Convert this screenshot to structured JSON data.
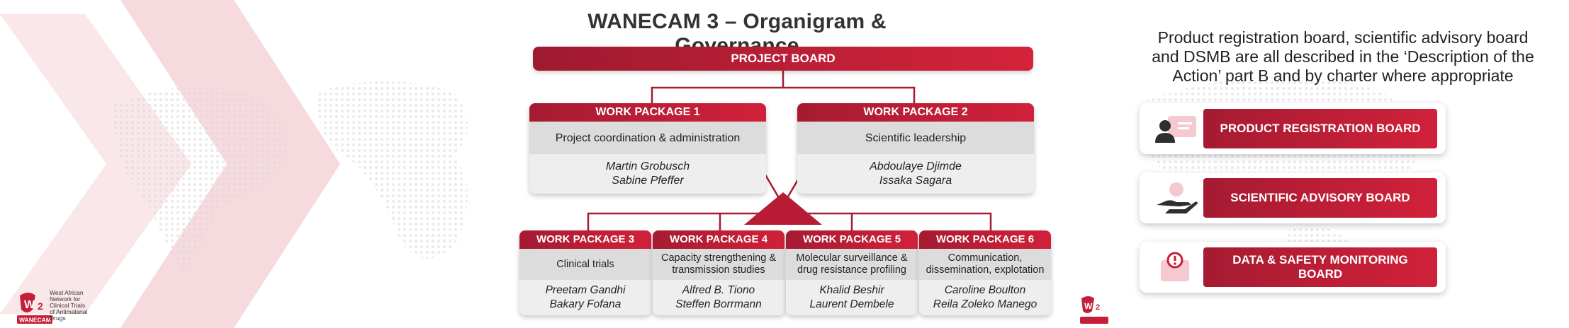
{
  "title": "WANECAM 3 – Organigram & Governance",
  "project_board": "PROJECT BOARD",
  "work_packages": [
    {
      "label": "WORK PACKAGE 1",
      "desc": "Project coordination & administration",
      "leads": [
        "Martin Grobusch",
        "Sabine Pfeffer"
      ]
    },
    {
      "label": "WORK PACKAGE 2",
      "desc": "Scientific leadership",
      "leads": [
        "Abdoulaye Djimde",
        "Issaka Sagara"
      ]
    },
    {
      "label": "WORK PACKAGE 3",
      "desc": "Clinical trials",
      "leads": [
        "Preetam Gandhi",
        "Bakary Fofana"
      ]
    },
    {
      "label": "WORK PACKAGE 4",
      "desc": [
        "Capacity strengthening &",
        "transmission studies"
      ],
      "leads": [
        "Alfred B. Tiono",
        "Steffen Borrmann"
      ]
    },
    {
      "label": "WORK PACKAGE 5",
      "desc": [
        "Molecular surveillance &",
        "drug resistance profiling"
      ],
      "leads": [
        "Khalid Beshir",
        "Laurent Dembele"
      ]
    },
    {
      "label": "WORK PACKAGE 6",
      "desc": [
        "Communication,",
        "dissemination, explotation"
      ],
      "leads": [
        "Caroline Boulton",
        "Reila Zoleko Manego"
      ]
    }
  ],
  "governance_note": [
    "Product registration board, scientific advisory board",
    "and DSMB are all described in the ‘Description of the",
    "Action’ part B and by charter where appropriate"
  ],
  "boards": [
    {
      "label": [
        "PRODUCT REGISTRATION BOARD"
      ],
      "icon": "person-id-card-icon"
    },
    {
      "label": [
        "SCIENTIFIC ADVISORY BOARD"
      ],
      "icon": "hand-person-icon"
    },
    {
      "label": [
        "DATA & SAFETY MONITORING",
        "BOARD"
      ],
      "icon": "alert-document-icon"
    }
  ],
  "logo": {
    "org_text": [
      "West African",
      "Network for",
      "Clinical Trials",
      "of Antimalarial",
      "Drugs"
    ],
    "wordmark": "WANECAM"
  },
  "colors": {
    "accent": "#c51f37",
    "accent_dark": "#9e1a30",
    "panel": "#dcdcdc",
    "panel_light": "#eeeeee"
  }
}
